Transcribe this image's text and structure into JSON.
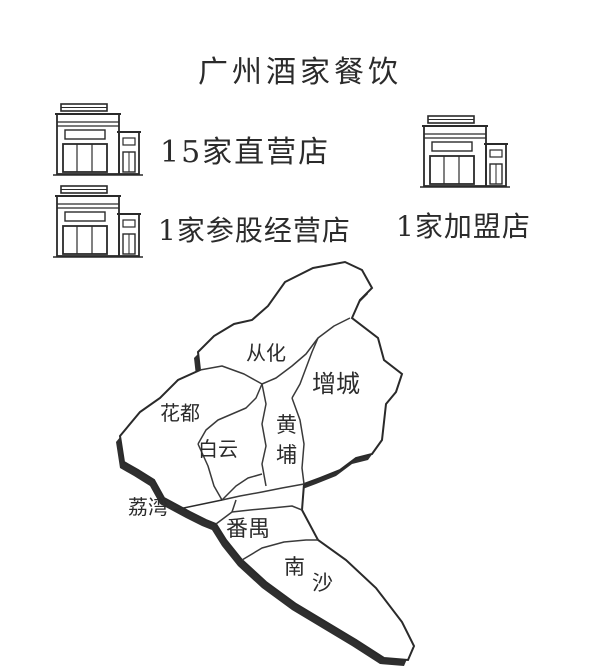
{
  "title": "广州酒家餐饮",
  "stores": {
    "direct": "15家直营店",
    "joint": "1家参股经营店",
    "franchise": "1家加盟店"
  },
  "districts": {
    "conghua": "从化",
    "zengcheng": "增城",
    "huadu": "花都",
    "baiyun": "白云",
    "huangpu_1": "黄",
    "huangpu_2": "埔",
    "liwan": "荔湾",
    "panyu": "番禺",
    "nansha_1": "南",
    "nansha_2": "沙"
  },
  "colors": {
    "ink": "#2a2a2a",
    "paper": "#ffffff",
    "shadow": "#333333"
  },
  "icons": [
    "storefront-icon"
  ]
}
